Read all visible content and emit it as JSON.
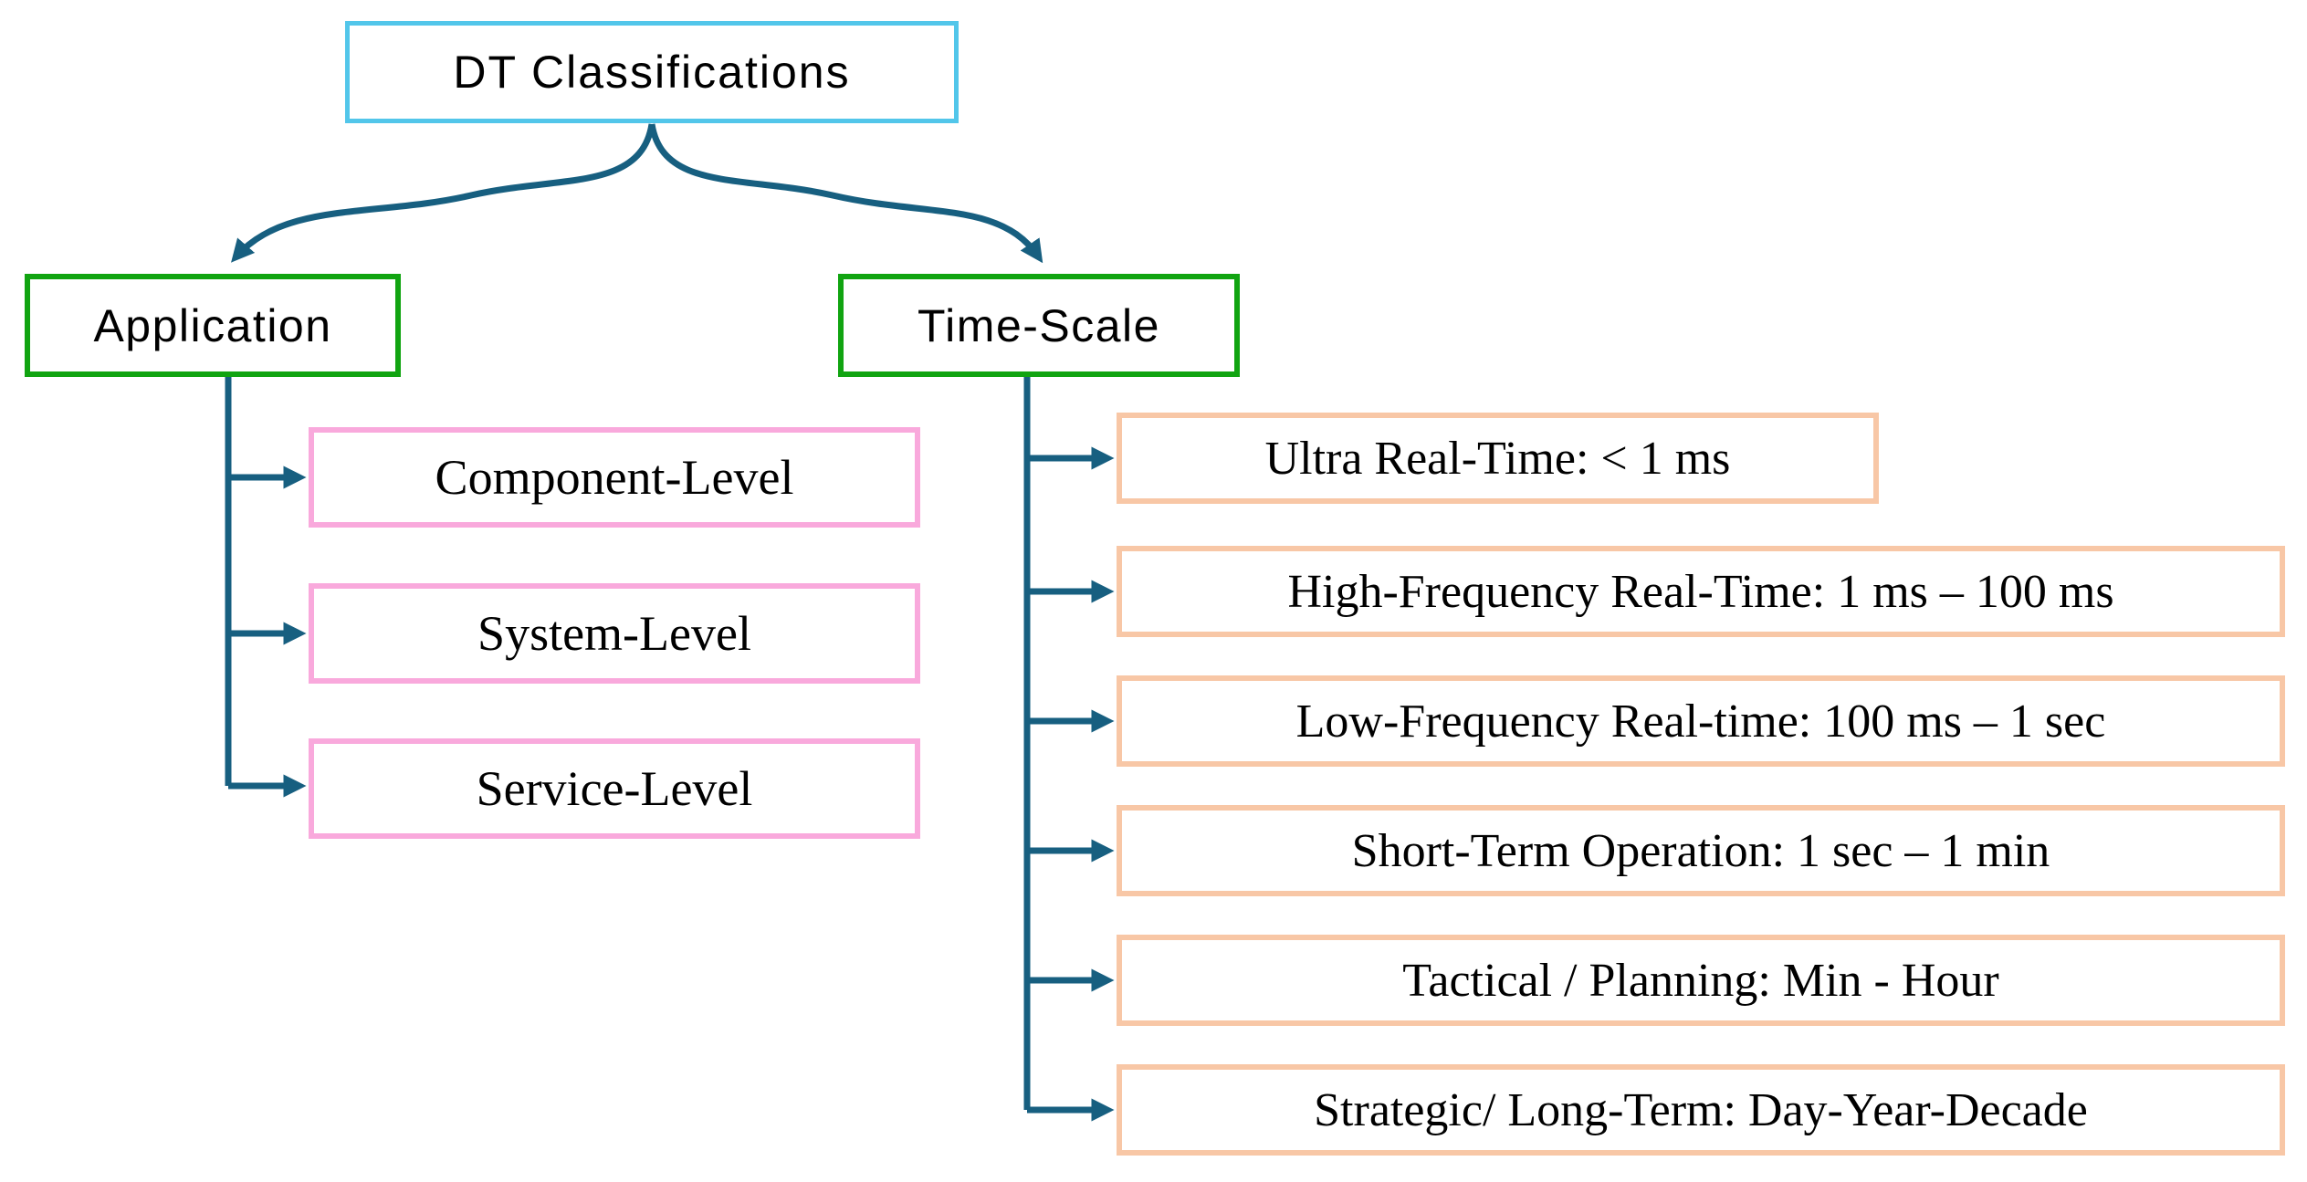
{
  "diagram": {
    "root": {
      "label": "DT Classifications"
    },
    "branches": {
      "application": {
        "label": "Application",
        "items": [
          {
            "label": "Component-Level"
          },
          {
            "label": "System-Level"
          },
          {
            "label": "Service-Level"
          }
        ]
      },
      "time_scale": {
        "label": "Time-Scale",
        "items": [
          {
            "label": "Ultra Real-Time: < 1 ms"
          },
          {
            "label": "High-Frequency Real-Time: 1 ms – 100 ms"
          },
          {
            "label": "Low-Frequency Real-time: 100 ms – 1 sec"
          },
          {
            "label": "Short-Term Operation: 1 sec – 1 min"
          },
          {
            "label": "Tactical / Planning: Min - Hour"
          },
          {
            "label": "Strategic/ Long-Term: Day-Year-Decade"
          }
        ]
      }
    }
  },
  "colors": {
    "root_border": "#52C6EA",
    "category_border": "#11A411",
    "application_item_border": "#F9A9DC",
    "time_scale_item_border": "#F8C7A6",
    "connector": "#175F80",
    "text": "#000000",
    "background": "#FFFFFF"
  }
}
